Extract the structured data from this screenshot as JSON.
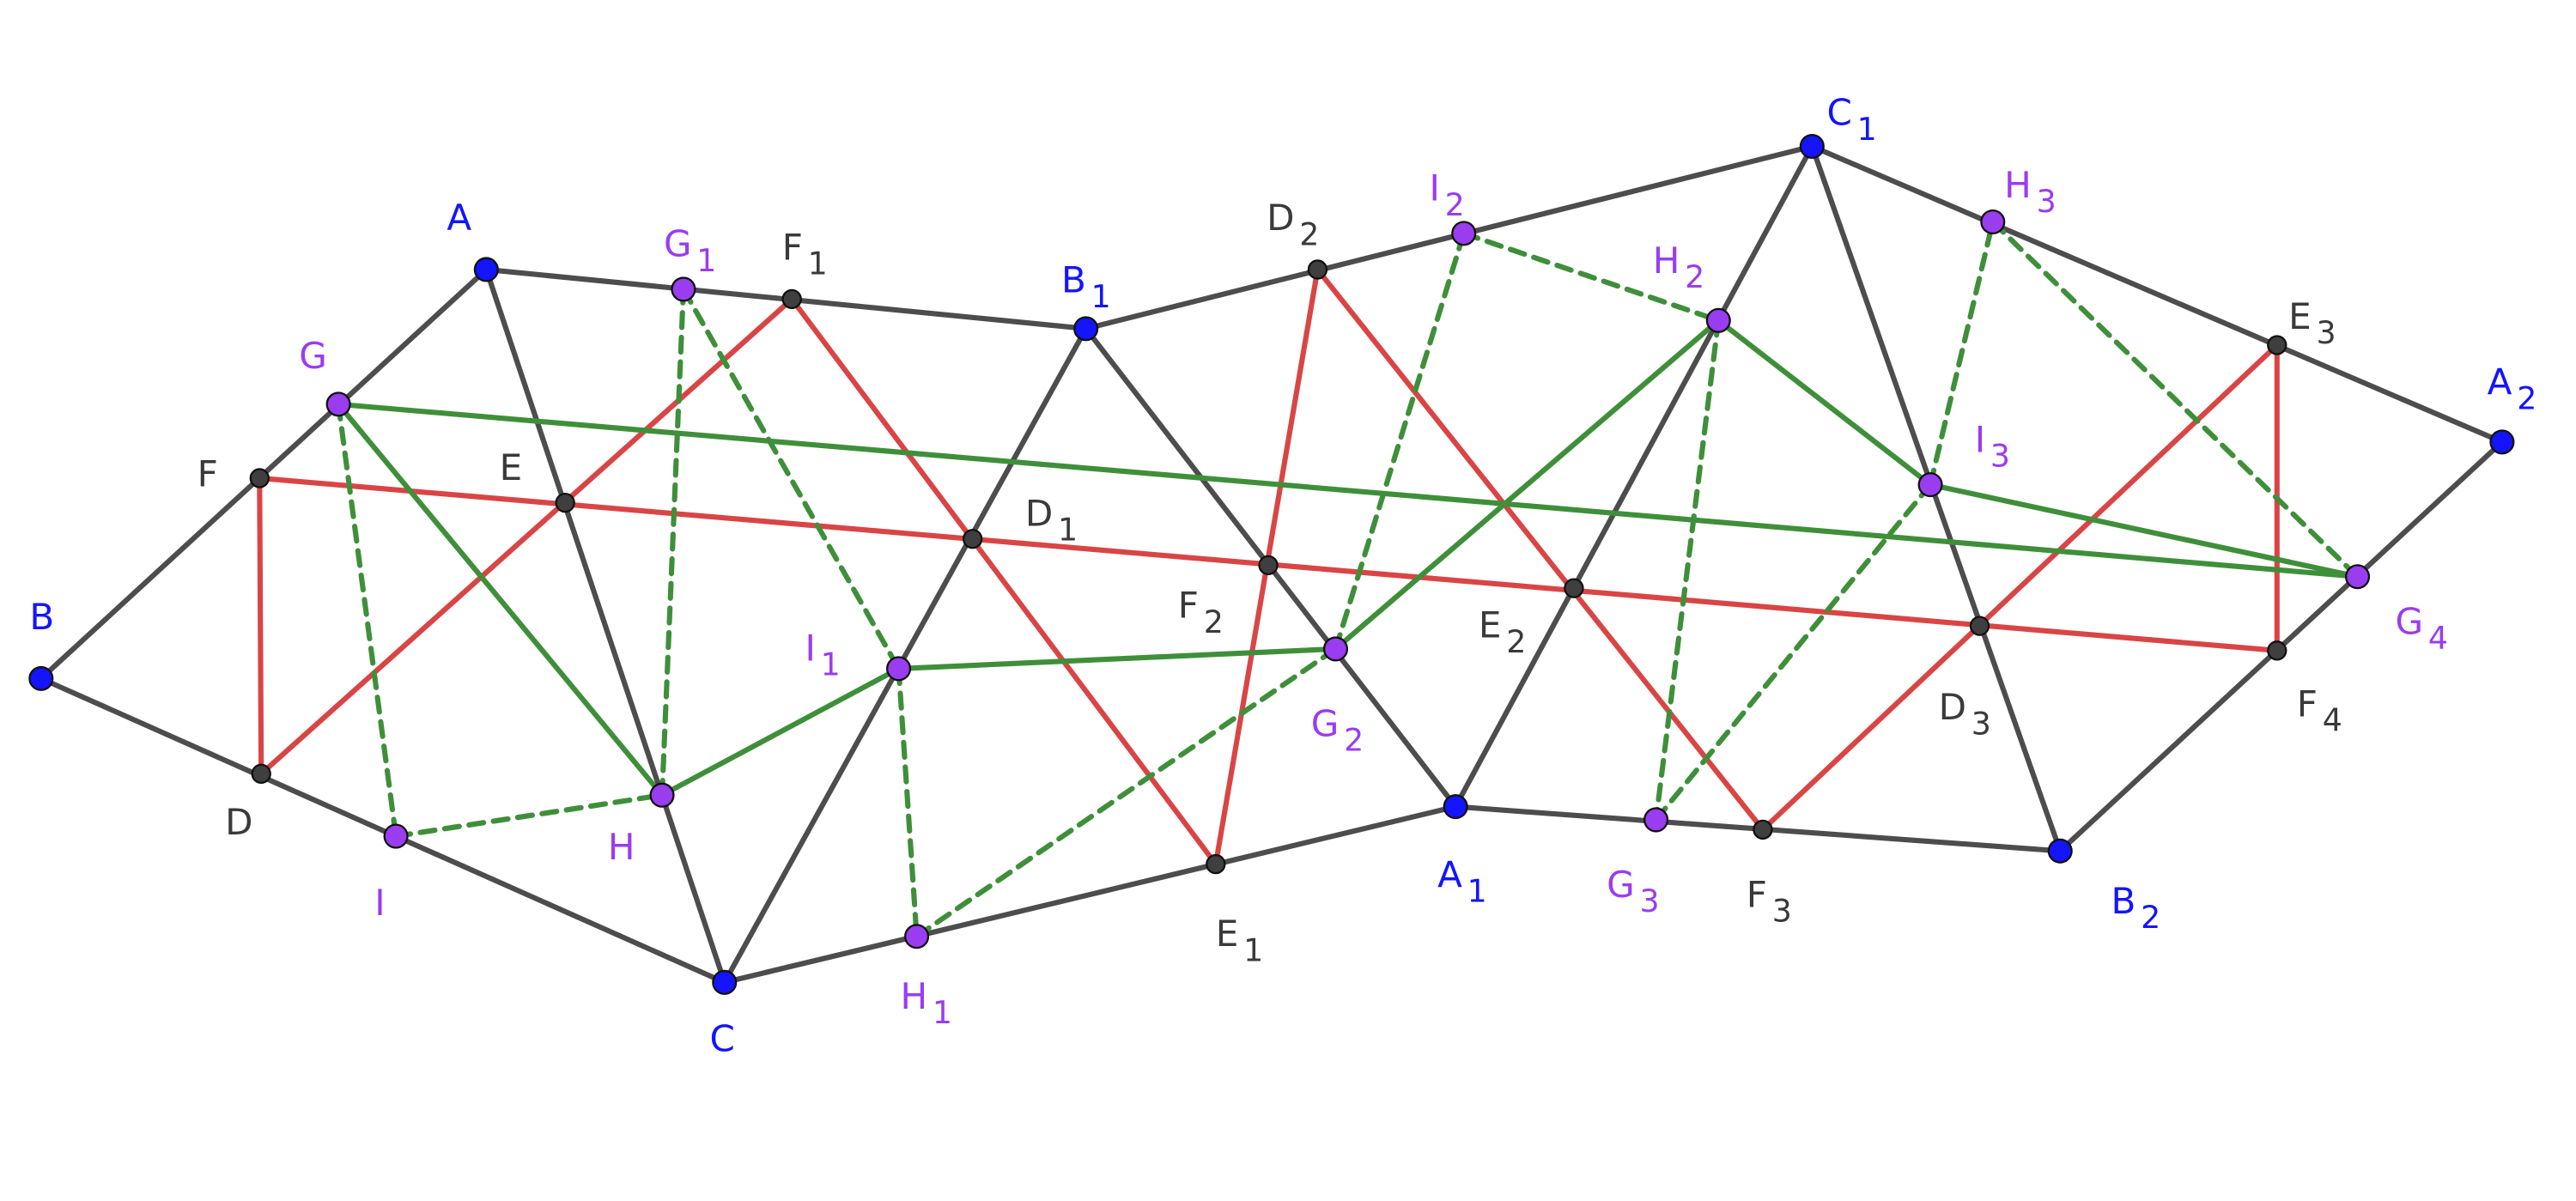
{
  "colors": {
    "edge": "#4d4d4d",
    "red": "#d94545",
    "green": "#3f8f3a",
    "free_point": "#1414ff",
    "midpoint": "#3f3f3f",
    "mid2point": "#9a3cf0",
    "label_free": "#1414ff",
    "label_mid": "#3a3a3a",
    "label_mid2": "#9a3cf0"
  },
  "points": [
    {
      "id": "A",
      "base": "A",
      "sub": "",
      "kind": "free"
    },
    {
      "id": "B",
      "base": "B",
      "sub": "",
      "kind": "free"
    },
    {
      "id": "C",
      "base": "C",
      "sub": "",
      "kind": "free"
    },
    {
      "id": "D",
      "base": "D",
      "sub": "",
      "kind": "mid"
    },
    {
      "id": "E",
      "base": "E",
      "sub": "",
      "kind": "mid"
    },
    {
      "id": "F",
      "base": "F",
      "sub": "",
      "kind": "mid"
    },
    {
      "id": "G",
      "base": "G",
      "sub": "",
      "kind": "mid2"
    },
    {
      "id": "H",
      "base": "H",
      "sub": "",
      "kind": "mid2"
    },
    {
      "id": "I",
      "base": "I",
      "sub": "",
      "kind": "mid2"
    },
    {
      "id": "A1",
      "base": "A",
      "sub": "1",
      "kind": "free"
    },
    {
      "id": "B1",
      "base": "B",
      "sub": "1",
      "kind": "free"
    },
    {
      "id": "C1",
      "base": "C",
      "sub": "1",
      "kind": "free"
    },
    {
      "id": "D1",
      "base": "D",
      "sub": "1",
      "kind": "mid"
    },
    {
      "id": "E1",
      "base": "E",
      "sub": "1",
      "kind": "mid"
    },
    {
      "id": "F1",
      "base": "F",
      "sub": "1",
      "kind": "mid"
    },
    {
      "id": "G1",
      "base": "G",
      "sub": "1",
      "kind": "mid2"
    },
    {
      "id": "H1",
      "base": "H",
      "sub": "1",
      "kind": "mid2"
    },
    {
      "id": "I1",
      "base": "I",
      "sub": "1",
      "kind": "mid2"
    },
    {
      "id": "A2",
      "base": "A",
      "sub": "2",
      "kind": "free"
    },
    {
      "id": "B2",
      "base": "B",
      "sub": "2",
      "kind": "free"
    },
    {
      "id": "D2",
      "base": "D",
      "sub": "2",
      "kind": "mid"
    },
    {
      "id": "E2",
      "base": "E",
      "sub": "2",
      "kind": "mid"
    },
    {
      "id": "F2",
      "base": "F",
      "sub": "2",
      "kind": "mid"
    },
    {
      "id": "G2",
      "base": "G",
      "sub": "2",
      "kind": "mid2"
    },
    {
      "id": "H2",
      "base": "H",
      "sub": "2",
      "kind": "mid2"
    },
    {
      "id": "I2",
      "base": "I",
      "sub": "2",
      "kind": "mid2"
    },
    {
      "id": "D3",
      "base": "D",
      "sub": "3",
      "kind": "mid"
    },
    {
      "id": "E3",
      "base": "E",
      "sub": "3",
      "kind": "mid"
    },
    {
      "id": "F3",
      "base": "F",
      "sub": "3",
      "kind": "mid"
    },
    {
      "id": "G3",
      "base": "G",
      "sub": "3",
      "kind": "mid2"
    },
    {
      "id": "H3",
      "base": "H",
      "sub": "3",
      "kind": "mid2"
    },
    {
      "id": "I3",
      "base": "I",
      "sub": "3",
      "kind": "mid2"
    },
    {
      "id": "F4",
      "base": "F",
      "sub": "4",
      "kind": "mid"
    },
    {
      "id": "G4",
      "base": "G",
      "sub": "4",
      "kind": "mid2"
    }
  ],
  "segments": {
    "edge": [
      [
        "B",
        "A"
      ],
      [
        "B",
        "C"
      ],
      [
        "A",
        "C"
      ],
      [
        "A",
        "B1"
      ],
      [
        "B1",
        "C"
      ],
      [
        "C",
        "A1"
      ],
      [
        "B1",
        "A1"
      ],
      [
        "B1",
        "C1"
      ],
      [
        "A1",
        "C1"
      ],
      [
        "A1",
        "B2"
      ],
      [
        "C1",
        "B2"
      ],
      [
        "C1",
        "A2"
      ],
      [
        "B2",
        "A2"
      ]
    ],
    "red": [
      [
        "F",
        "D"
      ],
      [
        "D",
        "F1"
      ],
      [
        "F1",
        "E1"
      ],
      [
        "E1",
        "D2"
      ],
      [
        "D2",
        "F3"
      ],
      [
        "F3",
        "E3"
      ],
      [
        "E3",
        "F4"
      ],
      [
        "F",
        "F4"
      ]
    ],
    "green_solid": [
      [
        "G",
        "H"
      ],
      [
        "H",
        "I1"
      ],
      [
        "I1",
        "G2"
      ],
      [
        "G2",
        "H2"
      ],
      [
        "H2",
        "I3"
      ],
      [
        "I3",
        "G4"
      ],
      [
        "G",
        "G4"
      ]
    ],
    "green_dashed": [
      [
        "G",
        "I"
      ],
      [
        "I",
        "H"
      ],
      [
        "H",
        "G1"
      ],
      [
        "G1",
        "I1"
      ],
      [
        "I1",
        "H1"
      ],
      [
        "H1",
        "G2"
      ],
      [
        "G2",
        "I2"
      ],
      [
        "I2",
        "H2"
      ],
      [
        "H2",
        "G3"
      ],
      [
        "G3",
        "I3"
      ],
      [
        "I3",
        "H3"
      ],
      [
        "H3",
        "G4"
      ]
    ]
  }
}
